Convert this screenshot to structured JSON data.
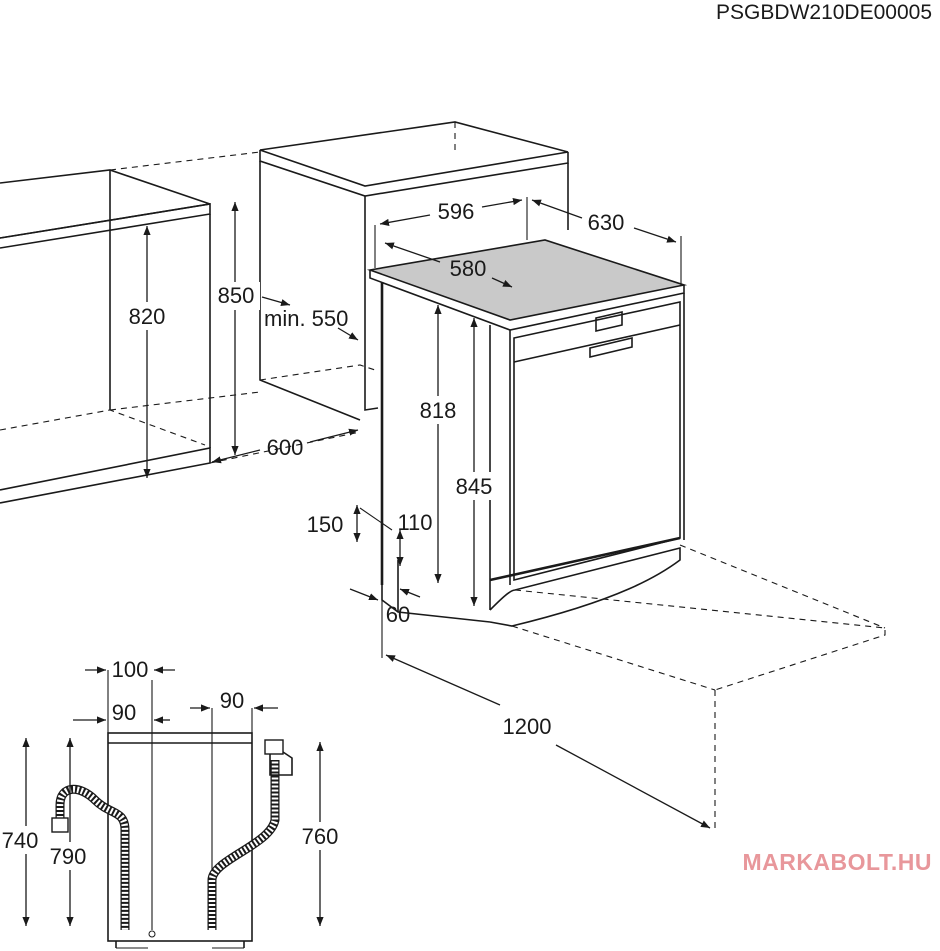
{
  "document_code": "PSGBDW210DE00005",
  "watermark": "MARKABOLT.HU",
  "dimensions": {
    "niche_height": "820",
    "niche_total_height": "850",
    "min_depth": "min. 550",
    "niche_depth": "600",
    "width": "596",
    "depth": "630",
    "top_depth": "580",
    "body_height": "818",
    "total_height": "845",
    "plinth_150": "150",
    "plinth_110": "110",
    "toe_60": "60",
    "door_open": "1200",
    "rear_100": "100",
    "rear_90_left": "90",
    "rear_90_right": "90",
    "height_740": "740",
    "height_790": "790",
    "height_760": "760"
  }
}
